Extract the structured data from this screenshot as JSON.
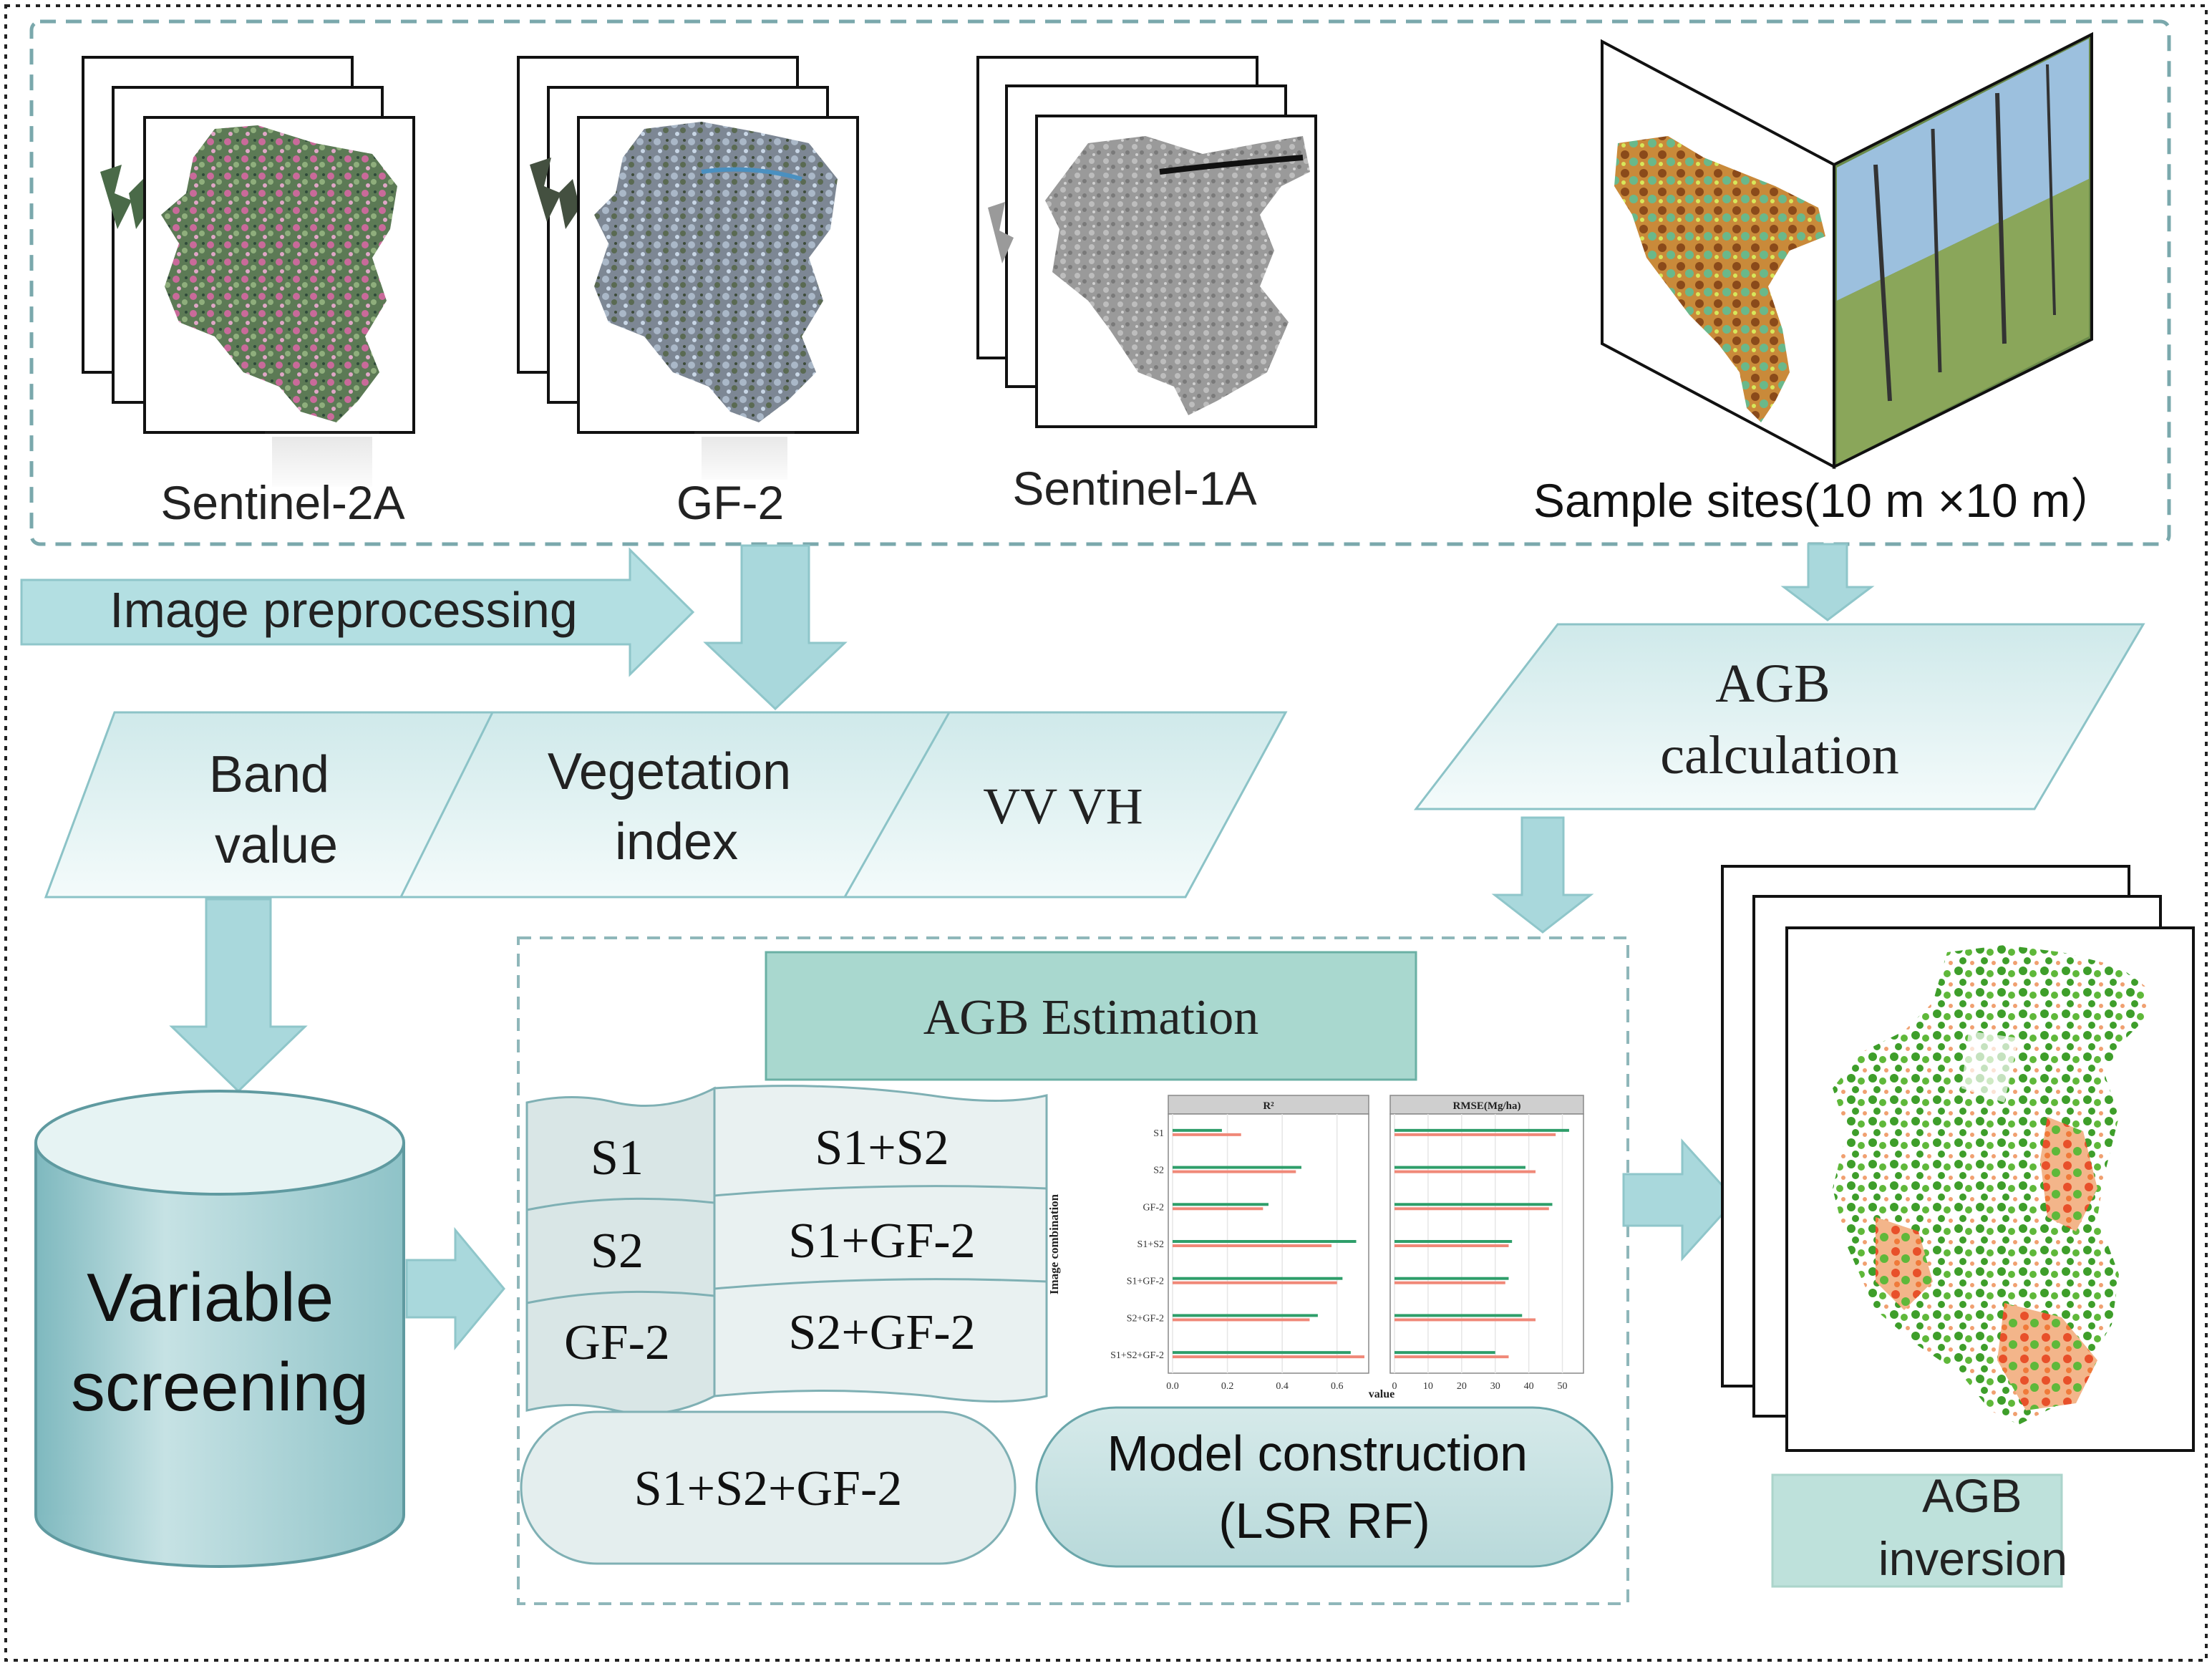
{
  "sources": {
    "sentinel2a": "Sentinel-2A",
    "gf2": "GF-2",
    "sentinel1a": "Sentinel-1A",
    "sample_sites": "Sample sites(10 m ×10 m）"
  },
  "steps": {
    "image_preprocessing": "Image preprocessing",
    "band_value": [
      "Band",
      "value"
    ],
    "vegetation_index": [
      "Vegetation",
      "index"
    ],
    "vv_vh": "VV VH",
    "agb_calculation": [
      "AGB",
      "calculation"
    ],
    "variable_screening": [
      "Variable",
      "screening"
    ],
    "agb_estimation": "AGB Estimation",
    "model_construction": [
      "Model construction",
      "(LSR RF)"
    ],
    "agb_inversion": [
      "AGB",
      "inversion"
    ]
  },
  "combinations": {
    "single": [
      "S1",
      "S2",
      "GF-2"
    ],
    "paired": [
      "S1+S2",
      "S1+GF-2",
      "S2+GF-2"
    ],
    "triple": "S1+S2+GF-2"
  },
  "colors": {
    "teal_fill": "#a9d8dc",
    "teal_stroke": "#7fbcc2",
    "box_fill": "#eaf5f5",
    "dark_teal": "#5fa8ae",
    "green_bar": "#2e9e6a",
    "red_bar": "#f08878"
  },
  "chart_data": {
    "type": "bar",
    "orientation": "horizontal",
    "ylabel": "Image combination",
    "xlabel": "value",
    "categories": [
      "S1",
      "S2",
      "GF-2",
      "S1+S2",
      "S1+GF-2",
      "S2+GF-2",
      "S1+S2+GF-2"
    ],
    "panels": [
      {
        "title": "R²",
        "xlim": [
          0,
          0.7
        ],
        "ticks": [
          "0.0",
          "0.2",
          "0.4",
          "0.6"
        ],
        "series": [
          {
            "values": [
              0.18,
              0.47,
              0.35,
              0.67,
              0.62,
              0.53,
              0.65
            ]
          },
          {
            "values": [
              0.25,
              0.45,
              0.33,
              0.58,
              0.6,
              0.5,
              0.7
            ]
          }
        ]
      },
      {
        "title": "RMSE(Mg/ha)",
        "xlim": [
          0,
          55
        ],
        "ticks": [
          "0",
          "10",
          "20",
          "30",
          "40",
          "50"
        ],
        "series": [
          {
            "values": [
              52,
              39,
              47,
              35,
              34,
              38,
              30
            ]
          },
          {
            "values": [
              48,
              42,
              46,
              34,
              33,
              42,
              34
            ]
          }
        ]
      }
    ]
  }
}
